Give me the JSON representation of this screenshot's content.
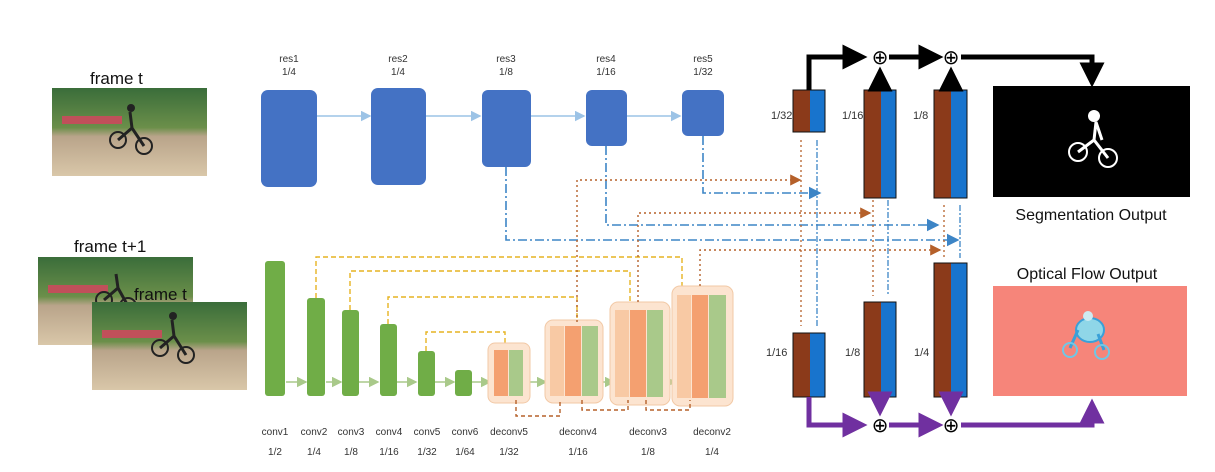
{
  "frames": {
    "frame_t_label": "frame t",
    "frame_t1_label": "frame t+1",
    "frame_t_overlay_label": "frame t"
  },
  "encoder": {
    "blocks": [
      {
        "name": "res1",
        "scale": "1/4"
      },
      {
        "name": "res2",
        "scale": "1/4"
      },
      {
        "name": "res3",
        "scale": "1/8"
      },
      {
        "name": "res4",
        "scale": "1/16"
      },
      {
        "name": "res5",
        "scale": "1/32"
      }
    ]
  },
  "flownet": {
    "convs": [
      {
        "name": "conv1",
        "scale": "1/2"
      },
      {
        "name": "conv2",
        "scale": "1/4"
      },
      {
        "name": "conv3",
        "scale": "1/8"
      },
      {
        "name": "conv4",
        "scale": "1/16"
      },
      {
        "name": "conv5",
        "scale": "1/32"
      },
      {
        "name": "conv6",
        "scale": "1/64"
      }
    ],
    "deconvs": [
      {
        "name": "deconv5",
        "scale": "1/32"
      },
      {
        "name": "deconv4",
        "scale": "1/16"
      },
      {
        "name": "deconv3",
        "scale": "1/8"
      },
      {
        "name": "deconv2",
        "scale": "1/4"
      }
    ]
  },
  "fusion": {
    "top_scales": [
      "1/32",
      "1/16",
      "1/8"
    ],
    "bottom_scales": [
      "1/16",
      "1/8",
      "1/4"
    ],
    "plus_symbol": "⊕"
  },
  "outputs": {
    "segmentation_label": "Segmentation Output",
    "flow_label": "Optical Flow Output"
  },
  "colors": {
    "encoder_blue": "#4472c4",
    "conv_green": "#70ad47",
    "deconv_orange": "#f4a070",
    "deconv_green": "#a9c98a",
    "fusion_brown": "#8b3a1a",
    "fusion_blue": "#1874cd",
    "seg_arrow": "#000000",
    "flow_arrow": "#7030a0",
    "skip_yellow": "#e6b422",
    "skip_blue": "#3d85c6",
    "skip_brown": "#b5602a"
  }
}
